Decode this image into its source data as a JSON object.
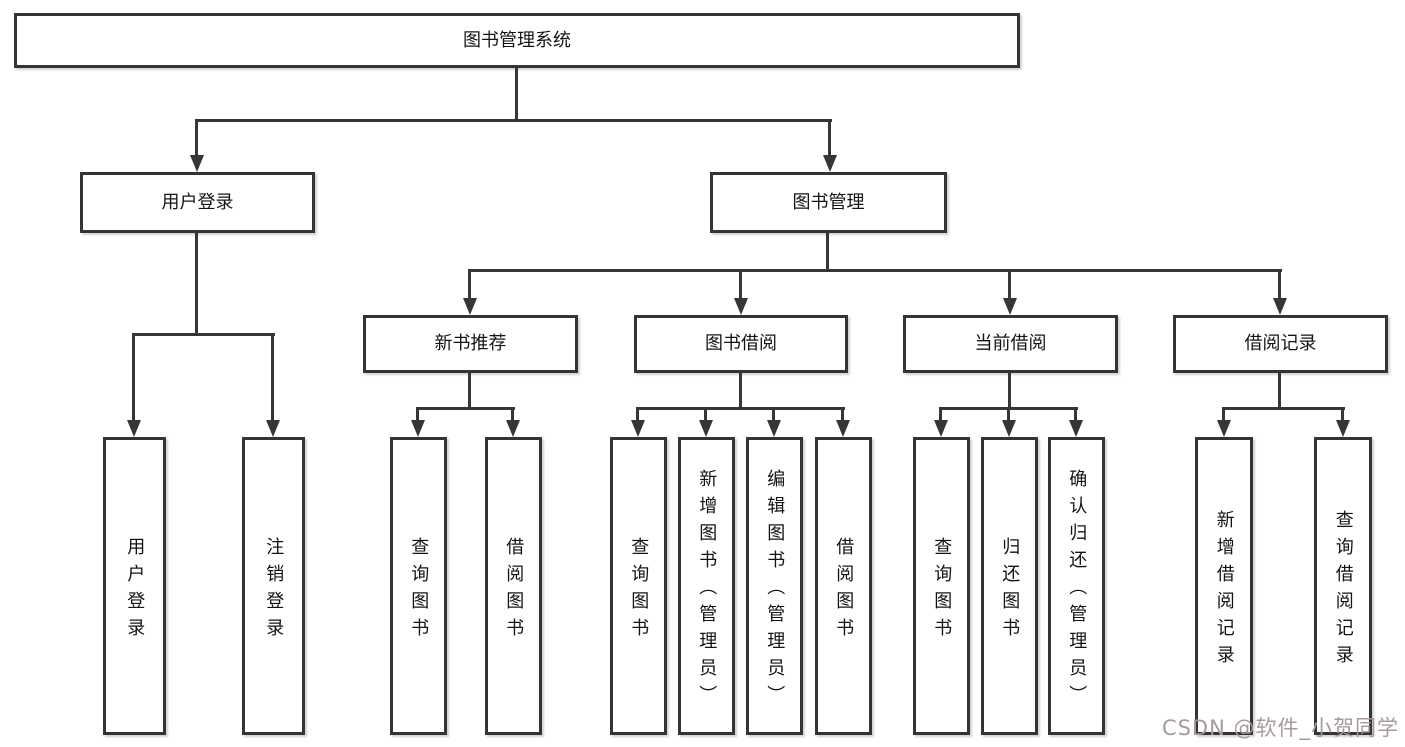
{
  "diagram": {
    "root": {
      "label": "图书管理系统"
    },
    "branches": [
      {
        "label": "用户登录",
        "children": [
          {
            "label": "用户登录"
          },
          {
            "label": "注销登录"
          }
        ]
      },
      {
        "label": "图书管理",
        "children": [
          {
            "label": "新书推荐",
            "children": [
              {
                "label": "查询图书"
              },
              {
                "label": "借阅图书"
              }
            ]
          },
          {
            "label": "图书借阅",
            "children": [
              {
                "label": "查询图书"
              },
              {
                "label": "新增图书（管理员）"
              },
              {
                "label": "编辑图书（管理员）"
              },
              {
                "label": "借阅图书"
              }
            ]
          },
          {
            "label": "当前借阅",
            "children": [
              {
                "label": "查询图书"
              },
              {
                "label": "归还图书"
              },
              {
                "label": "确认归还（管理员）"
              }
            ]
          },
          {
            "label": "借阅记录",
            "children": [
              {
                "label": "新增借阅记录"
              },
              {
                "label": "查询借阅记录"
              }
            ]
          }
        ]
      }
    ]
  },
  "watermark": {
    "text": "CSDN @软件_小贺同学"
  },
  "colors": {
    "line": "#363636",
    "box_border": "#343434",
    "box_fill": "#ffffff",
    "text": "#141414",
    "watermark": "#a59a9c",
    "background": "#ffffff"
  }
}
